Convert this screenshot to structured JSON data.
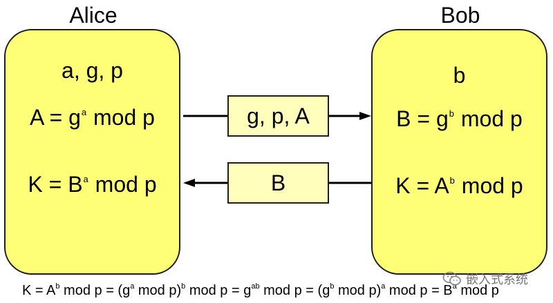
{
  "alice": {
    "title": "Alice",
    "line1": "a, g, p",
    "eq1": {
      "pre": "A = g",
      "exp": "a",
      "post": " mod p"
    },
    "eq2": {
      "pre": "K = B",
      "exp": "a",
      "post": " mod p"
    }
  },
  "bob": {
    "title": "Bob",
    "line1": "b",
    "eq1": {
      "pre": "B = g",
      "exp": "b",
      "post": " mod p"
    },
    "eq2": {
      "pre": "K = A",
      "exp": "b",
      "post": " mod p"
    }
  },
  "messages": {
    "to_bob": "g, p, A",
    "to_alice": "B"
  },
  "footer": {
    "p1": "K = A",
    "e1": "b",
    "p2": " mod p = (g",
    "e2": "a",
    "p3": " mod p)",
    "e3": "b",
    "p4": " mod p = g",
    "e4": "ab",
    "p5": " mod p = (g",
    "e5": "b",
    "p6": " mod p)",
    "e6": "a",
    "p7": " mod p = B",
    "e7": "a",
    "p8": " mod p"
  },
  "watermark": {
    "text": "嵌入式系统",
    "icon": "wechat-icon"
  },
  "colors": {
    "party_fill": "#ffff77",
    "message_fill": "#ffffbb",
    "stroke": "#1e1e1e"
  }
}
